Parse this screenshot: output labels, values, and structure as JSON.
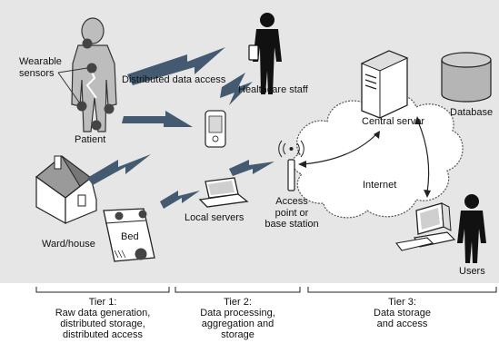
{
  "labels": {
    "wearable_sensors": "Wearable\nsensors",
    "distributed_data_access": "Distributed data access",
    "healthcare_staff": "Healthcare staff",
    "patient": "Patient",
    "central_server": "Central server",
    "database": "Database",
    "internet": "Internet",
    "access_point": "Access\npoint or\nbase station",
    "local_servers": "Local servers",
    "ward_house": "Ward/house",
    "bed": "Bed",
    "users": "Users"
  },
  "tiers": [
    {
      "text": "Tier 1:\nRaw data generation,\ndistributed storage,\ndistributed access"
    },
    {
      "text": "Tier 2:\nData processing,\naggregation and\nstorage"
    },
    {
      "text": "Tier 3:\nData storage\nand access"
    }
  ],
  "colors": {
    "background_panel": "#e6e6e6",
    "wireless_bolt": "#445a70",
    "sensor": "#444444",
    "cloud": "#ffffff"
  },
  "icons": [
    "human-body-icon",
    "person-silhouette-icon",
    "pda-icon",
    "house-icon",
    "bed-icon",
    "laptop-icon",
    "antenna-icon",
    "server-tower-icon",
    "database-cylinder-icon",
    "desktop-computer-icon",
    "cloud-icon",
    "lightning-bolt-icon"
  ]
}
